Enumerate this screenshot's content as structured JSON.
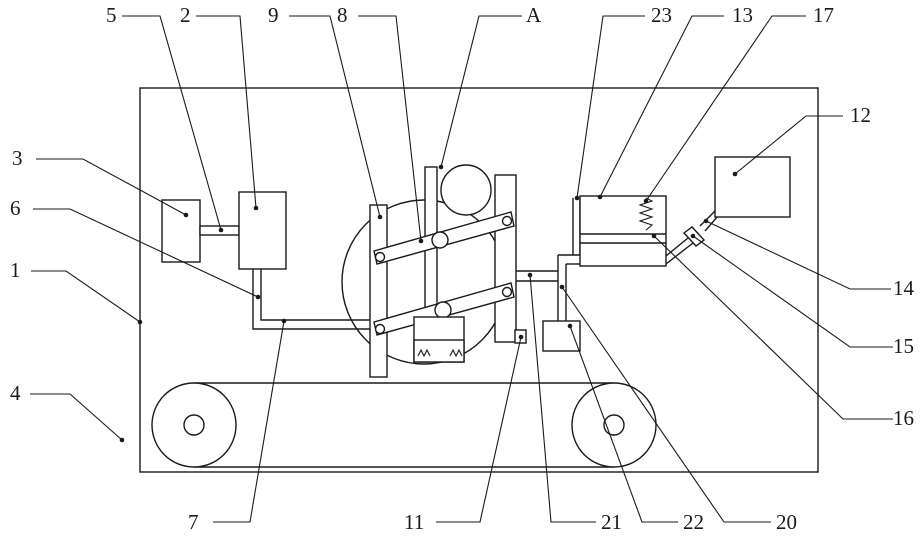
{
  "figure": {
    "labels": {
      "l1": "1",
      "l2": "2",
      "l3": "3",
      "l4": "4",
      "l5": "5",
      "l6": "6",
      "l7": "7",
      "l8": "8",
      "l9": "9",
      "l11": "11",
      "l12": "12",
      "l13": "13",
      "l14": "14",
      "l15": "15",
      "l16": "16",
      "l17": "17",
      "l20": "20",
      "l21": "21",
      "l22": "22",
      "l23": "23",
      "lA": "A"
    }
  },
  "colors": {
    "line": "#1a1a1a",
    "background": "#ffffff"
  }
}
